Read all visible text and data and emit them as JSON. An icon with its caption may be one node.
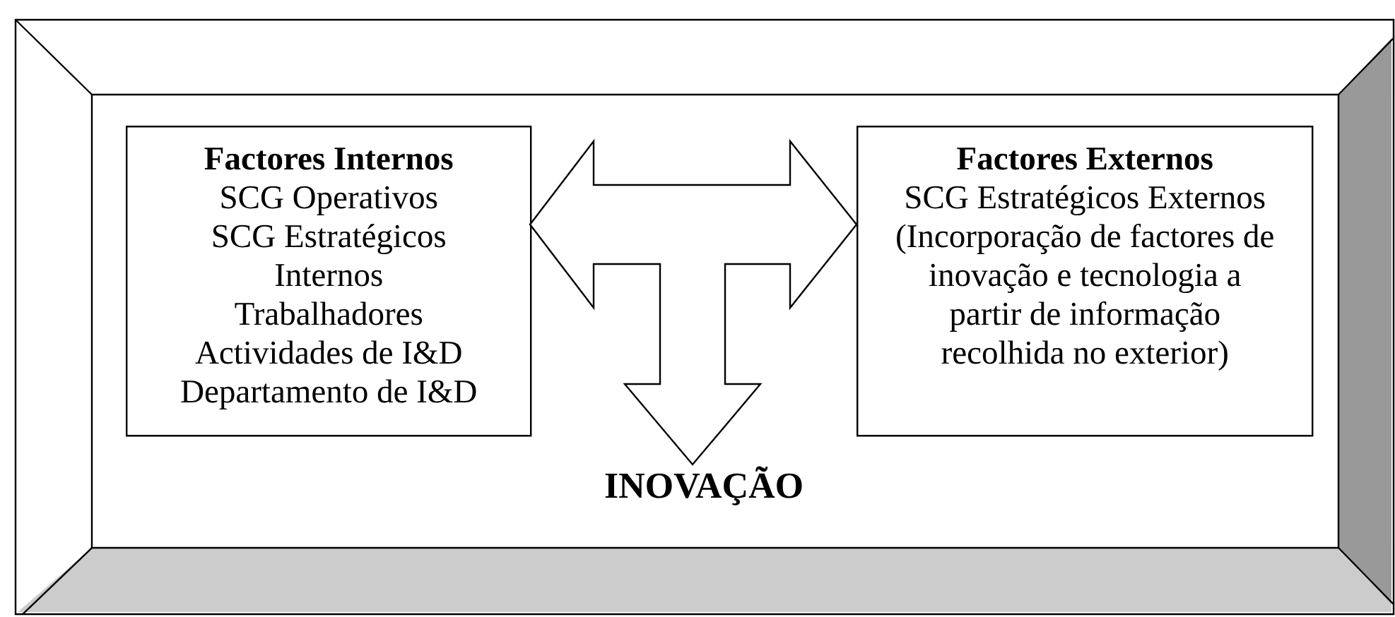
{
  "diagram": {
    "nodes": [
      {
        "text": [],
        "shape": "box"
      },
      {
        "text": [
          "Factores Internos",
          "SCG Operativos",
          "SCG Estratégicos Internos",
          "Trabalhadores",
          "Actividades de I&D",
          "Departamento de I&D"
        ],
        "in": 0
      },
      {
        "text": [
          "Factores Externos",
          "SCG Estratégicos Externos",
          "(Incorporação de factores de inovação e tecnologia a partir de informação recolhida no exterior)"
        ],
        "in": 0
      },
      {
        "text": [
          "INOVAÇÃO"
        ],
        "in": 0
      },
      {
        "text": [],
        "shape": "bar",
        "in": 0
      },
      {
        "text": [],
        "shape": "bar",
        "in": 0
      }
    ],
    "edges": [
      {
        "from": 1,
        "to": 2,
        "arrow": "both"
      },
      {
        "from": null,
        "to": 3,
        "arrow": "to"
      }
    ]
  }
}
